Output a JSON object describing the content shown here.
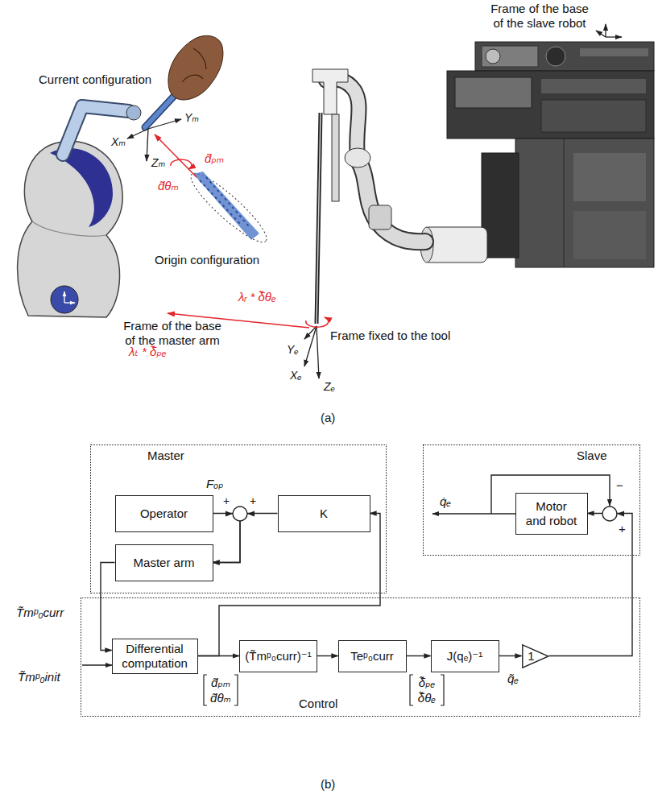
{
  "diagram": {
    "nodes": [
      {
        "text": [
          "Master"
        ]
      },
      {
        "text": [
          "Operator"
        ],
        "in": 0
      },
      {
        "text": [
          "K"
        ],
        "in": 0
      },
      {
        "text": [
          "Master arm"
        ],
        "in": 0
      },
      {
        "text": [
          "Slave"
        ]
      },
      {
        "text": [
          "Motor and robot"
        ],
        "in": 4
      },
      {
        "text": [
          "Control"
        ]
      },
      {
        "text": [
          "Differential computation"
        ],
        "in": 6
      },
      {
        "text": [
          "(T̃mᵖ₀curr)⁻¹"
        ],
        "in": 6
      },
      {
        "text": [
          "Teᵖ₀curr"
        ],
        "in": 6
      },
      {
        "text": [
          "J(qₑ)⁻¹"
        ],
        "in": 6
      },
      {
        "text": [
          "1"
        ],
        "in": 6
      }
    ],
    "edges": [
      {
        "from": 1,
        "to": 3,
        "arrow": "to"
      },
      {
        "from": 2,
        "to": 3,
        "arrow": "to"
      },
      {
        "from": 3,
        "to": 7,
        "arrow": "to"
      },
      {
        "from": 7,
        "to": 8,
        "arrow": "to"
      },
      {
        "from": 8,
        "to": 9,
        "arrow": "to"
      },
      {
        "from": 9,
        "to": 10,
        "arrow": "to"
      },
      {
        "from": 10,
        "to": 11,
        "arrow": "to"
      },
      {
        "from": 11,
        "to": 5,
        "arrow": "to"
      },
      {
        "from": 7,
        "to": 2,
        "arrow": "to"
      }
    ],
    "labels": [
      "Frame of the base of the slave robot",
      "Current configuration",
      "Yₘ",
      "Xₘ",
      "Zₘ",
      "d̃ₚₘ",
      "d̃θₘ",
      "Origin configuration",
      "λₜ * δ̃ₚₑ",
      "λᵣ * δ̃θₑ",
      "Frame fixed to the tool",
      "Yₑ",
      "Xₑ",
      "Zₑ",
      "Frame of the base of the master arm",
      "(a)",
      "Fₒₚ",
      "+",
      "+",
      "T̃mᵖ₀curr",
      "T̃mᵖ₀init",
      "d̃ₚₘ d̃θₘ",
      "δ̃ₚₑ δ̃θₑ",
      "q̃ₑ",
      "q̇ₑ",
      "−",
      "+",
      "(b)"
    ]
  }
}
